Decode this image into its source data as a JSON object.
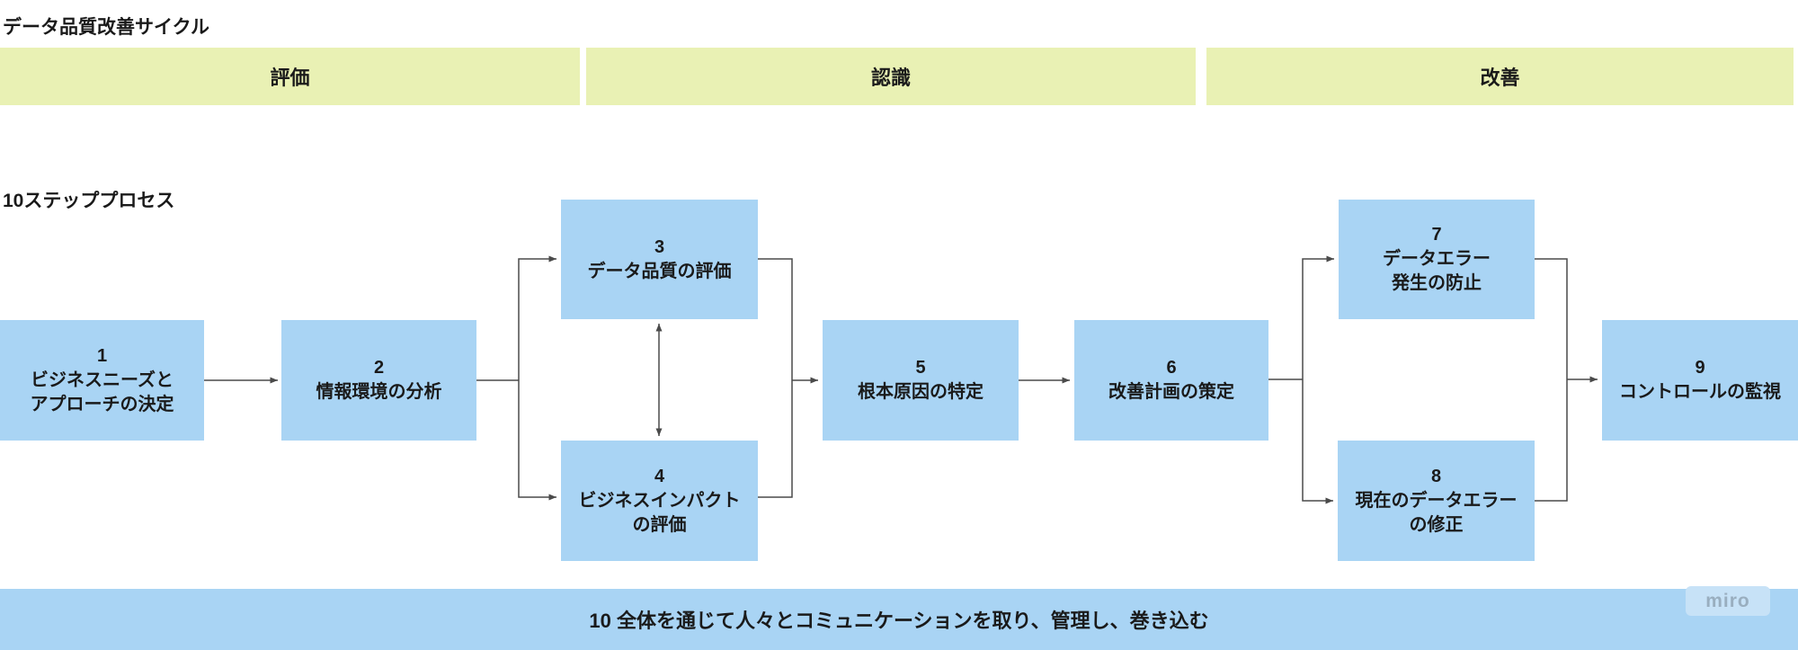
{
  "title": "データ品質改善サイクル",
  "process_label": "10ステッププロセス",
  "phases": [
    {
      "label": "評価"
    },
    {
      "label": "認識"
    },
    {
      "label": "改善"
    }
  ],
  "steps": [
    {
      "number": "1",
      "label": "ビジネスニーズと\nアプローチの決定"
    },
    {
      "number": "2",
      "label": "情報環境の分析"
    },
    {
      "number": "3",
      "label": "データ品質の評価"
    },
    {
      "number": "4",
      "label": "ビジネスインパクト\nの評価"
    },
    {
      "number": "5",
      "label": "根本原因の特定"
    },
    {
      "number": "6",
      "label": "改善計画の策定"
    },
    {
      "number": "7",
      "label": "データエラー\n発生の防止"
    },
    {
      "number": "8",
      "label": "現在のデータエラー\nの修正"
    },
    {
      "number": "9",
      "label": "コントロールの監視"
    }
  ],
  "step10": {
    "label": "10 全体を通じて人々とコミュニケーションを取り、管理し、巻き込む"
  },
  "watermark": {
    "label": "miro"
  },
  "colors": {
    "box_blue": "#a9d4f4",
    "phase_green": "#e9f1b4",
    "connector": "#4a4a4a",
    "text": "#1a1a1a"
  }
}
